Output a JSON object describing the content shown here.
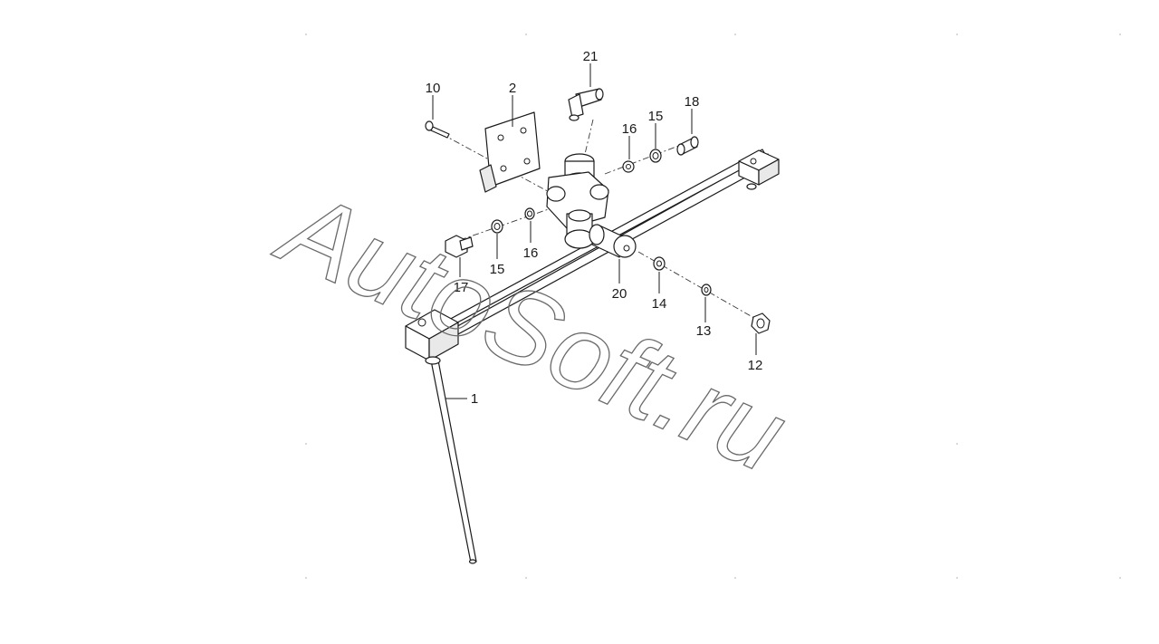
{
  "diagram": {
    "callouts": [
      {
        "id": "1",
        "text": "1"
      },
      {
        "id": "2",
        "text": "2"
      },
      {
        "id": "10",
        "text": "10"
      },
      {
        "id": "12",
        "text": "12"
      },
      {
        "id": "13",
        "text": "13"
      },
      {
        "id": "14",
        "text": "14"
      },
      {
        "id": "15a",
        "text": "15"
      },
      {
        "id": "15b",
        "text": "15"
      },
      {
        "id": "16a",
        "text": "16"
      },
      {
        "id": "16b",
        "text": "16"
      },
      {
        "id": "17",
        "text": "17"
      },
      {
        "id": "18",
        "text": "18"
      },
      {
        "id": "20",
        "text": "20"
      },
      {
        "id": "21",
        "text": "21"
      }
    ]
  },
  "watermark": {
    "text": "AutoSoft.ru"
  }
}
